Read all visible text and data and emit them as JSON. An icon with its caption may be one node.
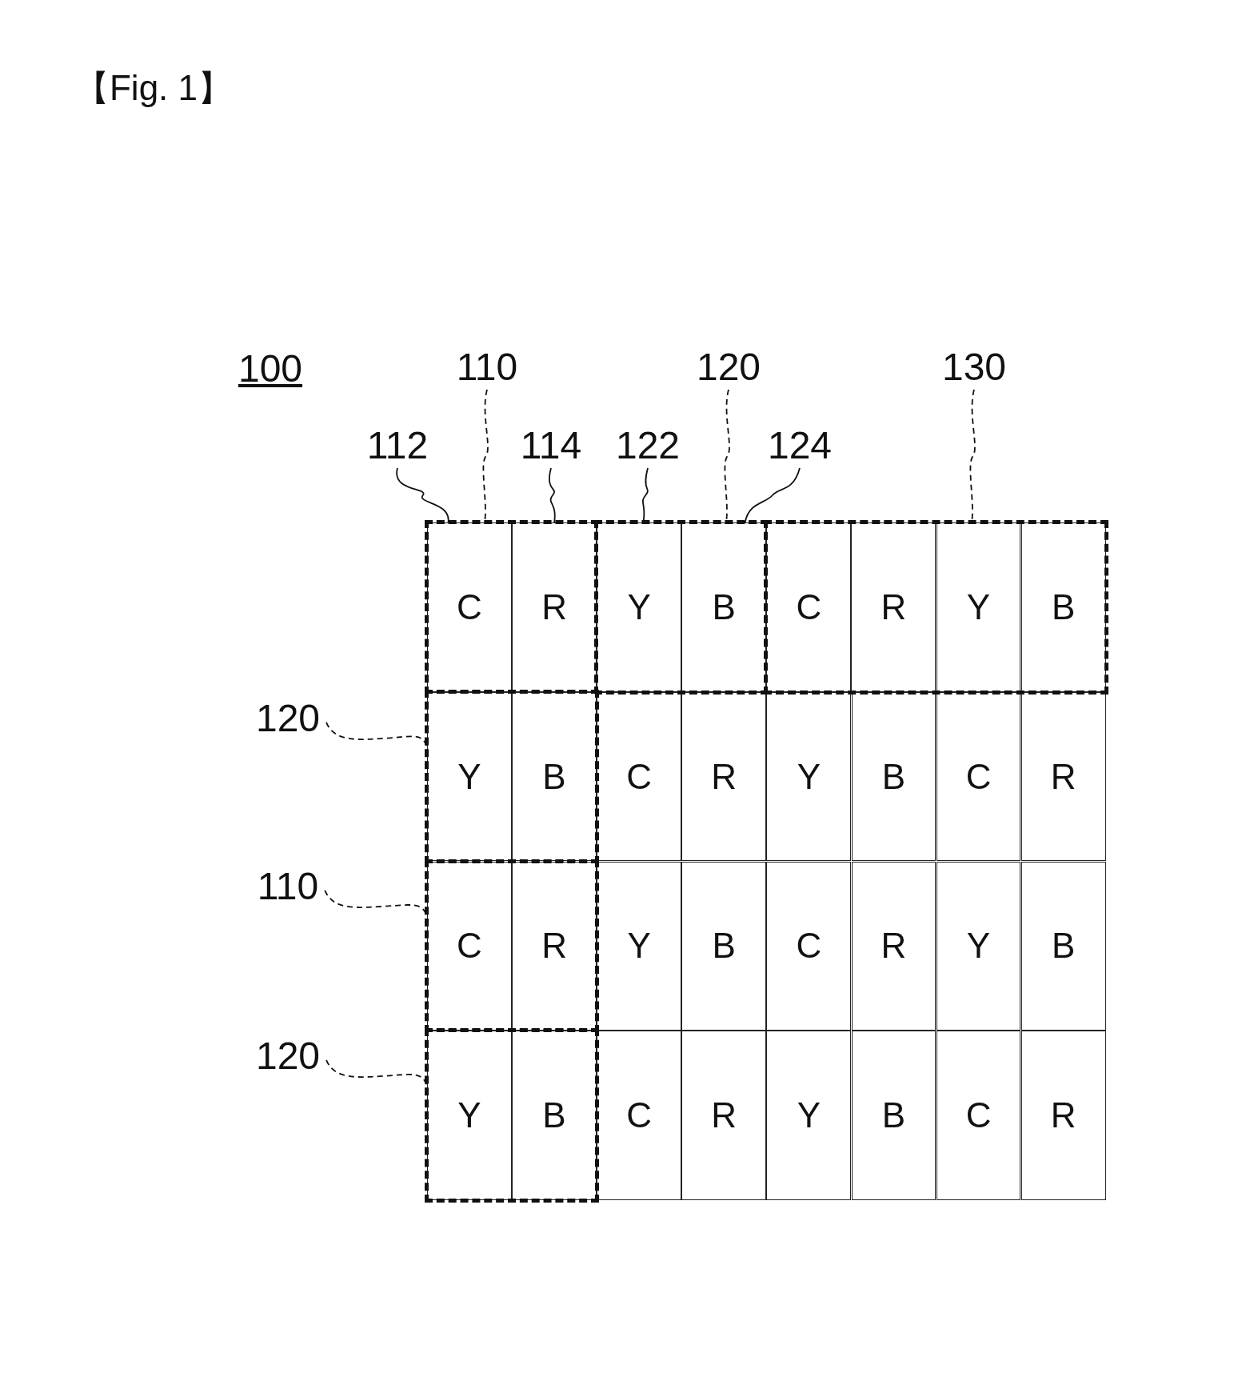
{
  "diagram": {
    "title": "【Fig. 1】",
    "nodes": [
      {
        "text": [
          "110"
        ]
      },
      {
        "text": [
          "120"
        ]
      },
      {
        "text": [
          "130"
        ]
      },
      {
        "text": [
          "112"
        ]
      },
      {
        "text": [
          "114"
        ]
      },
      {
        "text": [
          "122"
        ]
      },
      {
        "text": [
          "124"
        ]
      },
      {
        "text": [
          "120"
        ]
      },
      {
        "text": [
          "110"
        ]
      },
      {
        "text": [
          "120"
        ]
      },
      {
        "text": [],
        "shape": "box"
      },
      {
        "text": [],
        "shape": "box"
      },
      {
        "text": [],
        "shape": "box"
      },
      {
        "text": [],
        "shape": "box"
      },
      {
        "text": [],
        "shape": "box"
      },
      {
        "text": [],
        "shape": "box"
      },
      {
        "text": [
          "C"
        ],
        "in": 10
      },
      {
        "text": [
          "R"
        ],
        "in": 10
      },
      {
        "text": [
          "Y"
        ],
        "in": 11
      },
      {
        "text": [
          "B"
        ],
        "in": 11
      },
      {
        "text": [
          "C"
        ],
        "in": 12
      },
      {
        "text": [
          "R"
        ],
        "in": 12
      },
      {
        "text": [
          "Y"
        ],
        "in": 12
      },
      {
        "text": [
          "B"
        ],
        "in": 12
      },
      {
        "text": [
          "Y"
        ],
        "in": 13
      },
      {
        "text": [
          "B"
        ],
        "in": 13
      },
      {
        "text": [
          "C"
        ]
      },
      {
        "text": [
          "R"
        ]
      },
      {
        "text": [
          "Y"
        ]
      },
      {
        "text": [
          "B"
        ]
      },
      {
        "text": [
          "C"
        ]
      },
      {
        "text": [
          "R"
        ]
      },
      {
        "text": [
          "C"
        ],
        "in": 14
      },
      {
        "text": [
          "R"
        ],
        "in": 14
      },
      {
        "text": [
          "Y"
        ]
      },
      {
        "text": [
          "B"
        ]
      },
      {
        "text": [
          "C"
        ]
      },
      {
        "text": [
          "R"
        ]
      },
      {
        "text": [
          "Y"
        ]
      },
      {
        "text": [
          "B"
        ]
      },
      {
        "text": [
          "Y"
        ],
        "in": 15
      },
      {
        "text": [
          "B"
        ],
        "in": 15
      },
      {
        "text": [
          "C"
        ]
      },
      {
        "text": [
          "R"
        ]
      },
      {
        "text": [
          "Y"
        ]
      },
      {
        "text": [
          "B"
        ]
      },
      {
        "text": [
          "C"
        ]
      },
      {
        "text": [
          "R"
        ]
      }
    ],
    "edges": [
      {
        "from": 0,
        "to": 10,
        "arrow": "none",
        "style": "dashed"
      },
      {
        "from": 1,
        "to": 11,
        "arrow": "none",
        "style": "dashed"
      },
      {
        "from": 2,
        "to": 12,
        "arrow": "none",
        "style": "dashed"
      },
      {
        "from": 3,
        "to": 16,
        "arrow": "none"
      },
      {
        "from": 4,
        "to": 17,
        "arrow": "none"
      },
      {
        "from": 5,
        "to": 18,
        "arrow": "none"
      },
      {
        "from": 6,
        "to": 19,
        "arrow": "none"
      },
      {
        "from": 7,
        "to": 13,
        "arrow": "none",
        "style": "dashed"
      },
      {
        "from": 8,
        "to": 14,
        "arrow": "none",
        "style": "dashed"
      },
      {
        "from": 9,
        "to": 15,
        "arrow": "none",
        "style": "dashed"
      }
    ],
    "labels": [
      "100"
    ]
  }
}
